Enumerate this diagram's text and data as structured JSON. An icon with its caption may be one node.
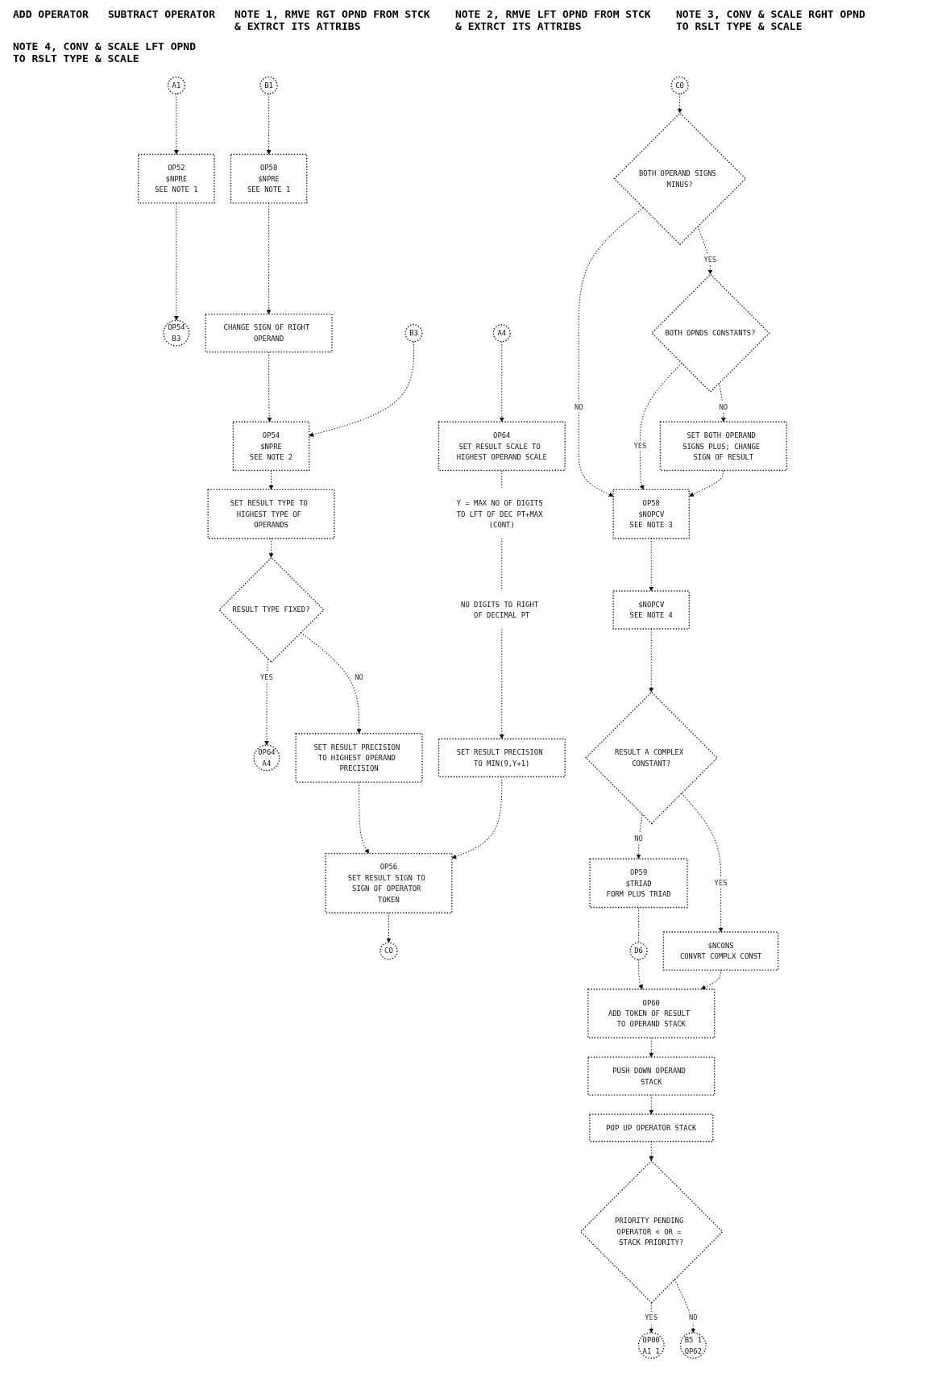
{
  "diagram": {
    "nodes": [
      {
        "text": [
          "A1"
        ]
      },
      {
        "text": [
          "OP52",
          "$NPRE",
          "SEE NOTE 1"
        ]
      },
      {
        "text": [
          "OP54",
          "B3"
        ]
      },
      {
        "text": [
          "B1"
        ]
      },
      {
        "text": [
          "OP50",
          "$NPRE",
          "SEE NOTE 1"
        ]
      },
      {
        "text": [
          "CHANGE SIGN OF RIGHT OPERAND"
        ]
      },
      {
        "text": [
          "B3"
        ]
      },
      {
        "text": [
          "OP54",
          "$NPRE",
          "SEE NOTE 2"
        ]
      },
      {
        "text": [
          "A4"
        ]
      },
      {
        "text": [
          "OP64",
          "SET RESULT SCALE TO HIGHEST OPERAND SCALE"
        ]
      },
      {
        "text": [
          "SET RESULT TYPE TO HIGHEST TYPE OF OPERANDS"
        ]
      },
      {
        "text": [
          "Y = MAX NO OF DIGITS TO LFT OF DEC PT+MAX (CONT)"
        ]
      },
      {
        "text": [
          "RESULT TYPE FIXED?"
        ]
      },
      {
        "text": [
          "OP64",
          "A4"
        ]
      },
      {
        "text": [
          "NO DIGITS TO RIGHT OF DECIMAL PT"
        ]
      },
      {
        "text": [
          "SET RESULT PRECISION TO HIGHEST OPERAND PRECISION"
        ]
      },
      {
        "text": [
          "SET RESULT PRECISION TO MIN(9,Y+1)"
        ]
      },
      {
        "text": [
          "OP56",
          "SET RESULT SIGN TO SIGN OF OPERATOR TOKEN"
        ]
      },
      {
        "text": [
          "CO"
        ]
      },
      {
        "text": [
          "CO"
        ]
      },
      {
        "text": [
          "BOTH OPERAND SIGNS MINUS?"
        ]
      },
      {
        "text": [
          "BOTH OPNDS CONSTANTS?"
        ]
      },
      {
        "text": [
          "SET BOTH OPERAND SIGNS PLUS; CHANGE SIGN OF RESULT"
        ]
      },
      {
        "text": [
          "OP58",
          "$NOPCV",
          "SEE NOTE 3"
        ]
      },
      {
        "text": [
          "$NOPCV",
          "SEE NOTE 4"
        ]
      },
      {
        "text": [
          "RESULT A COMPLEX CONSTANT?"
        ]
      },
      {
        "text": [
          "$NCONS",
          "CONVRT COMPLX CONST"
        ]
      },
      {
        "text": [
          "OP59",
          "$TRIAD",
          "FORM PLUS TRIAD"
        ]
      },
      {
        "text": [
          "D6"
        ]
      },
      {
        "text": [
          "OP60",
          "ADD TOKEN OF RESULT TO OPERAND STACK"
        ]
      },
      {
        "text": [
          "PUSH DOWN OPERAND STACK"
        ]
      },
      {
        "text": [
          "POP UP OPERATOR STACK"
        ]
      },
      {
        "text": [
          "PRIORITY PENDING OPERATOR < OR = STACK PRIORITY?"
        ]
      },
      {
        "text": [
          "OP00",
          "A1 1"
        ]
      },
      {
        "text": [
          "B5 1",
          "OP62"
        ]
      }
    ],
    "edges": [
      {
        "from": 0,
        "to": 1,
        "arrow": "to"
      },
      {
        "from": 1,
        "to": 2,
        "arrow": "to"
      },
      {
        "from": 3,
        "to": 4,
        "arrow": "to"
      },
      {
        "from": 4,
        "to": 5,
        "arrow": "to"
      },
      {
        "from": 5,
        "to": 7,
        "arrow": "to"
      },
      {
        "from": 6,
        "to": 7,
        "arrow": "to"
      },
      {
        "from": 7,
        "to": 10,
        "arrow": "to"
      },
      {
        "from": 8,
        "to": 9,
        "arrow": "to"
      },
      {
        "from": 9,
        "to": 11,
        "arrow": "none"
      },
      {
        "from": 10,
        "to": 12,
        "arrow": "to"
      },
      {
        "from": 12,
        "to": 13,
        "label": "YES",
        "arrow": "to"
      },
      {
        "from": 11,
        "to": 14,
        "arrow": "none"
      },
      {
        "from": 12,
        "to": 15,
        "label": "NO",
        "arrow": "to"
      },
      {
        "from": 14,
        "to": 16,
        "arrow": "to"
      },
      {
        "from": 15,
        "to": 17,
        "arrow": "to"
      },
      {
        "from": 16,
        "to": 17,
        "arrow": "to"
      },
      {
        "from": 17,
        "to": 18,
        "arrow": "to"
      },
      {
        "from": 19,
        "to": 20,
        "arrow": "to"
      },
      {
        "from": 20,
        "to": 21,
        "label": "YES",
        "arrow": "to"
      },
      {
        "from": 20,
        "to": 23,
        "label": "NO",
        "arrow": "to"
      },
      {
        "from": 21,
        "to": 23,
        "label": "YES",
        "arrow": "to"
      },
      {
        "from": 21,
        "to": 22,
        "label": "NO",
        "arrow": "to"
      },
      {
        "from": 22,
        "to": 23,
        "arrow": "to"
      },
      {
        "from": 23,
        "to": 24,
        "arrow": "to"
      },
      {
        "from": 24,
        "to": 25,
        "arrow": "to"
      },
      {
        "from": 25,
        "to": 26,
        "label": "YES",
        "arrow": "to"
      },
      {
        "from": 25,
        "to": 27,
        "label": "NO",
        "arrow": "to"
      },
      {
        "from": 27,
        "to": 28,
        "arrow": "none"
      },
      {
        "from": 28,
        "to": 29,
        "arrow": "to"
      },
      {
        "from": 26,
        "to": 29,
        "arrow": "to"
      },
      {
        "from": 29,
        "to": 30,
        "arrow": "to"
      },
      {
        "from": 30,
        "to": 31,
        "arrow": "to"
      },
      {
        "from": 31,
        "to": 32,
        "arrow": "to"
      },
      {
        "from": 32,
        "to": 33,
        "label": "YES",
        "arrow": "to"
      },
      {
        "from": 32,
        "to": 34,
        "label": "NO",
        "arrow": "to"
      }
    ],
    "labels": [
      "ADD OPERATOR",
      "SUBTRACT OPERATOR",
      "NOTE 1, RMVE RGT OPND FROM STCK & EXTRCT ITS ATTRIBS",
      "NOTE 2, RMVE LFT OPND FROM STCK & EXTRCT ITS ATTRIBS",
      "NOTE 3, CONV & SCALE RGHT OPND TO RSLT TYPE & SCALE",
      "NOTE 4, CONV & SCALE LFT OPND TO RSLT TYPE & SCALE"
    ]
  }
}
